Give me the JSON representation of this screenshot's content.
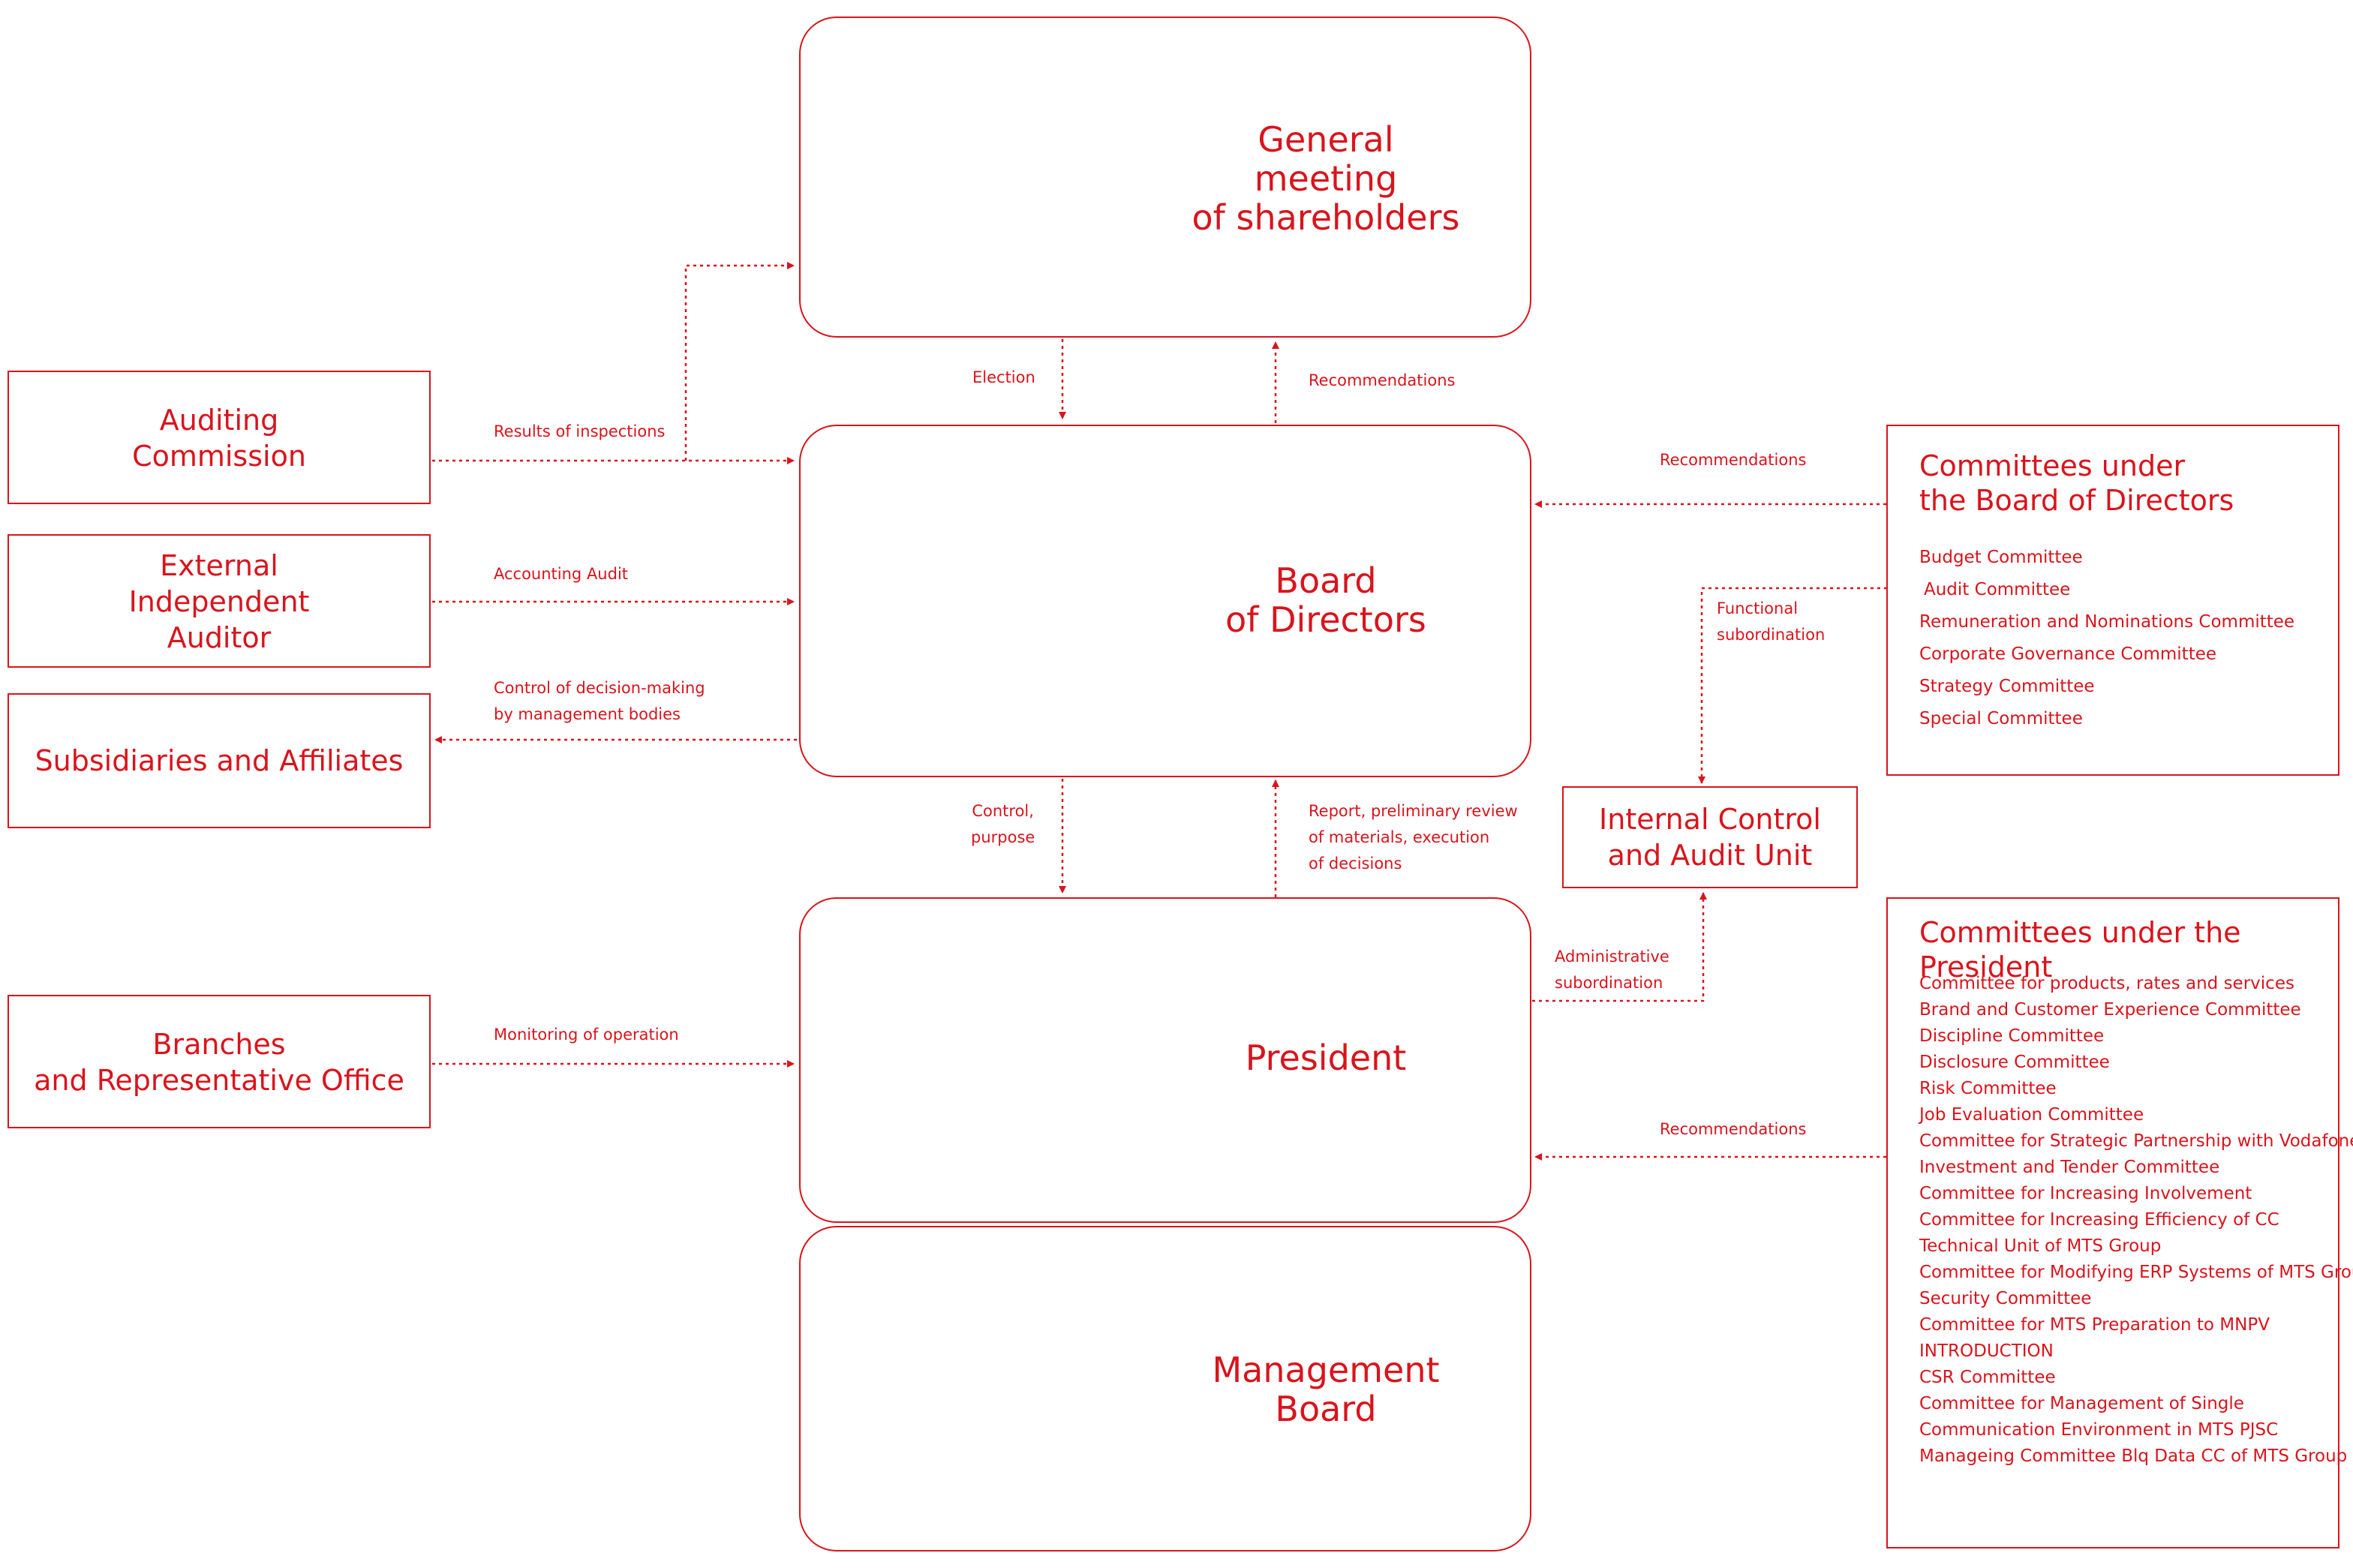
{
  "main_boxes": {
    "shareholders": "General\nmeeting\nof shareholders",
    "board": "Board\nof Directors",
    "president": "President",
    "management": "Management\nBoard"
  },
  "side_boxes": {
    "auditing": "Auditing\nCommission",
    "external": "External\nIndependent\nAuditor",
    "subsidiaries": "Subsidiaries and Affiliates",
    "branches": "Branches\nand Representative Office",
    "internal": "Internal Control\nand Audit Unit"
  },
  "labels": {
    "election": "Election",
    "rec_top": "Recommendations",
    "results": "Results of inspections",
    "accounting": "Accounting Audit",
    "control_decision": "Control of decision-making\nby management bodies",
    "control_purpose": "Control,\npurpose",
    "report": "Report, preliminary review\nof materials, execution\nof decisions",
    "monitoring": "Monitoring of operation",
    "rec_board": "Recommendations",
    "rec_president": "Recommendations",
    "functional": "Functional\nsubordination",
    "administrative": "Administrative\nsubordination"
  },
  "committees_board": {
    "title": "Committees under\nthe Board of Directors",
    "items": [
      "Budget Committee",
      "Audit Committee",
      "Remuneration and Nominations Committee",
      "Corporate Governance Committee",
      "Strategy Committee",
      "Special Committee"
    ]
  },
  "committees_president": {
    "title": "Committees under the President",
    "items": [
      "Committee for products, rates and services",
      "Brand and Customer Experience Committee",
      "Discipline Committee",
      "Disclosure Committee",
      "Risk Committee",
      "Job Evaluation Committee",
      "Committee for Strategic Partnership with Vodafone",
      "Investment and Tender Committee",
      "Committee for Increasing Involvement",
      "Committee for Increasing Efficiency of CC",
      "Technical Unit of MTS Group",
      "Committee for Modifying ERP Systems of MTS Group",
      "Security Committee",
      "Committee for MTS Preparation to MNPV",
      "INTRODUCTION",
      "CSR Committee",
      "Committee for Management of Single",
      "Communication Environment in MTS PJSC",
      "Manageing Committee Blq Data CC of MTS Group"
    ]
  },
  "icons": [
    "shareholders-group-icon",
    "board-meeting-icon",
    "president-person-icon",
    "management-hierarchy-icon"
  ],
  "colors": {
    "accent": "#d9141c",
    "background": "#ffffff"
  }
}
